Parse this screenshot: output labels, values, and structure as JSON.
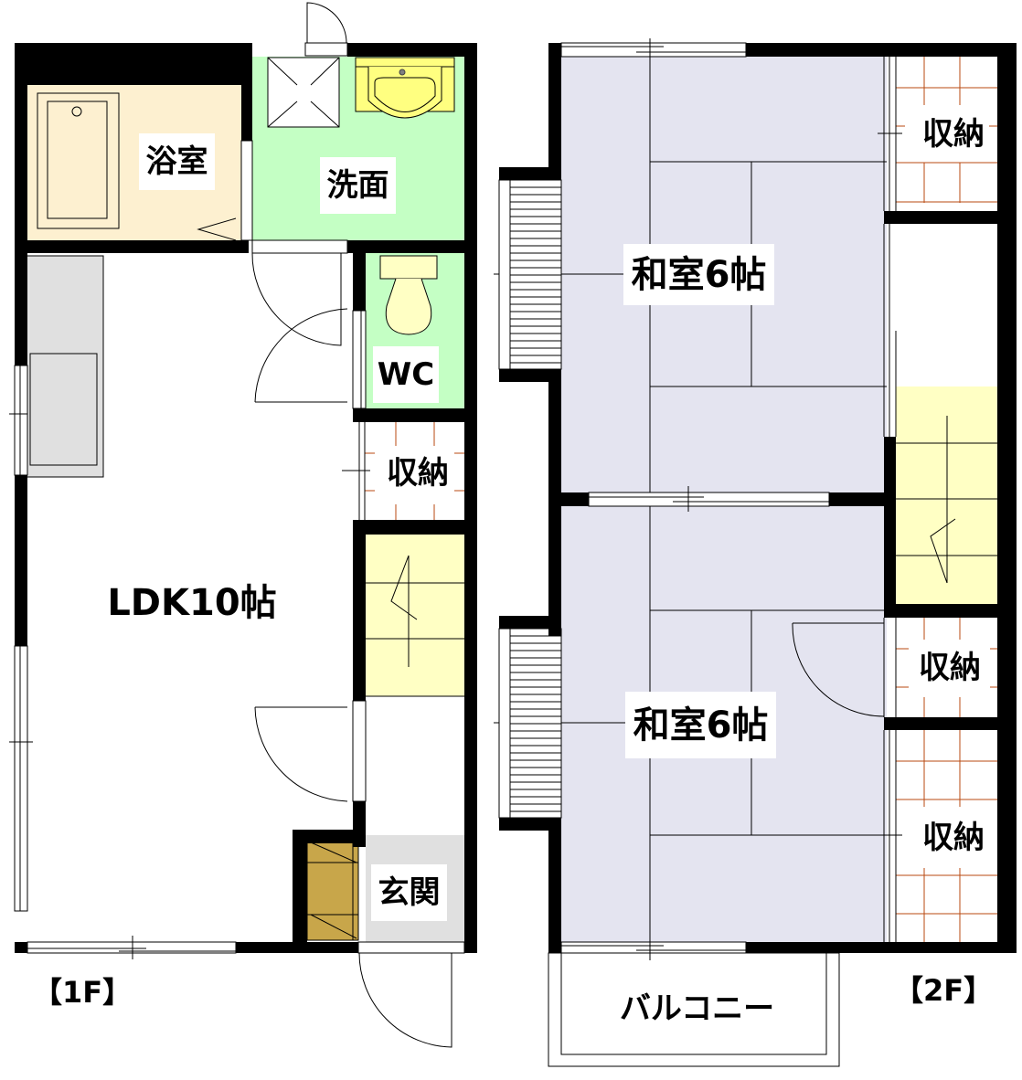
{
  "floor_plan": {
    "floors": [
      {
        "label": "【1F】",
        "rooms": {
          "bath": "浴室",
          "washroom": "洗面",
          "wc": "WC",
          "storage": "収納",
          "ldk": "LDK10帖",
          "entrance": "玄関"
        }
      },
      {
        "label": "【2F】",
        "rooms": {
          "washitsu_north": "和室6帖",
          "washitsu_south": "和室6帖",
          "storage_north": "収納",
          "storage_middle": "収納",
          "storage_south": "収納",
          "balcony": "バルコニー"
        }
      }
    ],
    "colors": {
      "wall": "#000000",
      "bath": "#fdf0d0",
      "washroom": "#c4ffc4",
      "wc": "#c4ffc4",
      "stairs": "#ffffc4",
      "tatami": "#e4e4f0",
      "kitchen": "#e0e0e0",
      "entrance": "#e0e0e0",
      "shoe_box": "#c8a64a",
      "storage_grid": "#b84a10",
      "sink": "#ffff80"
    }
  }
}
